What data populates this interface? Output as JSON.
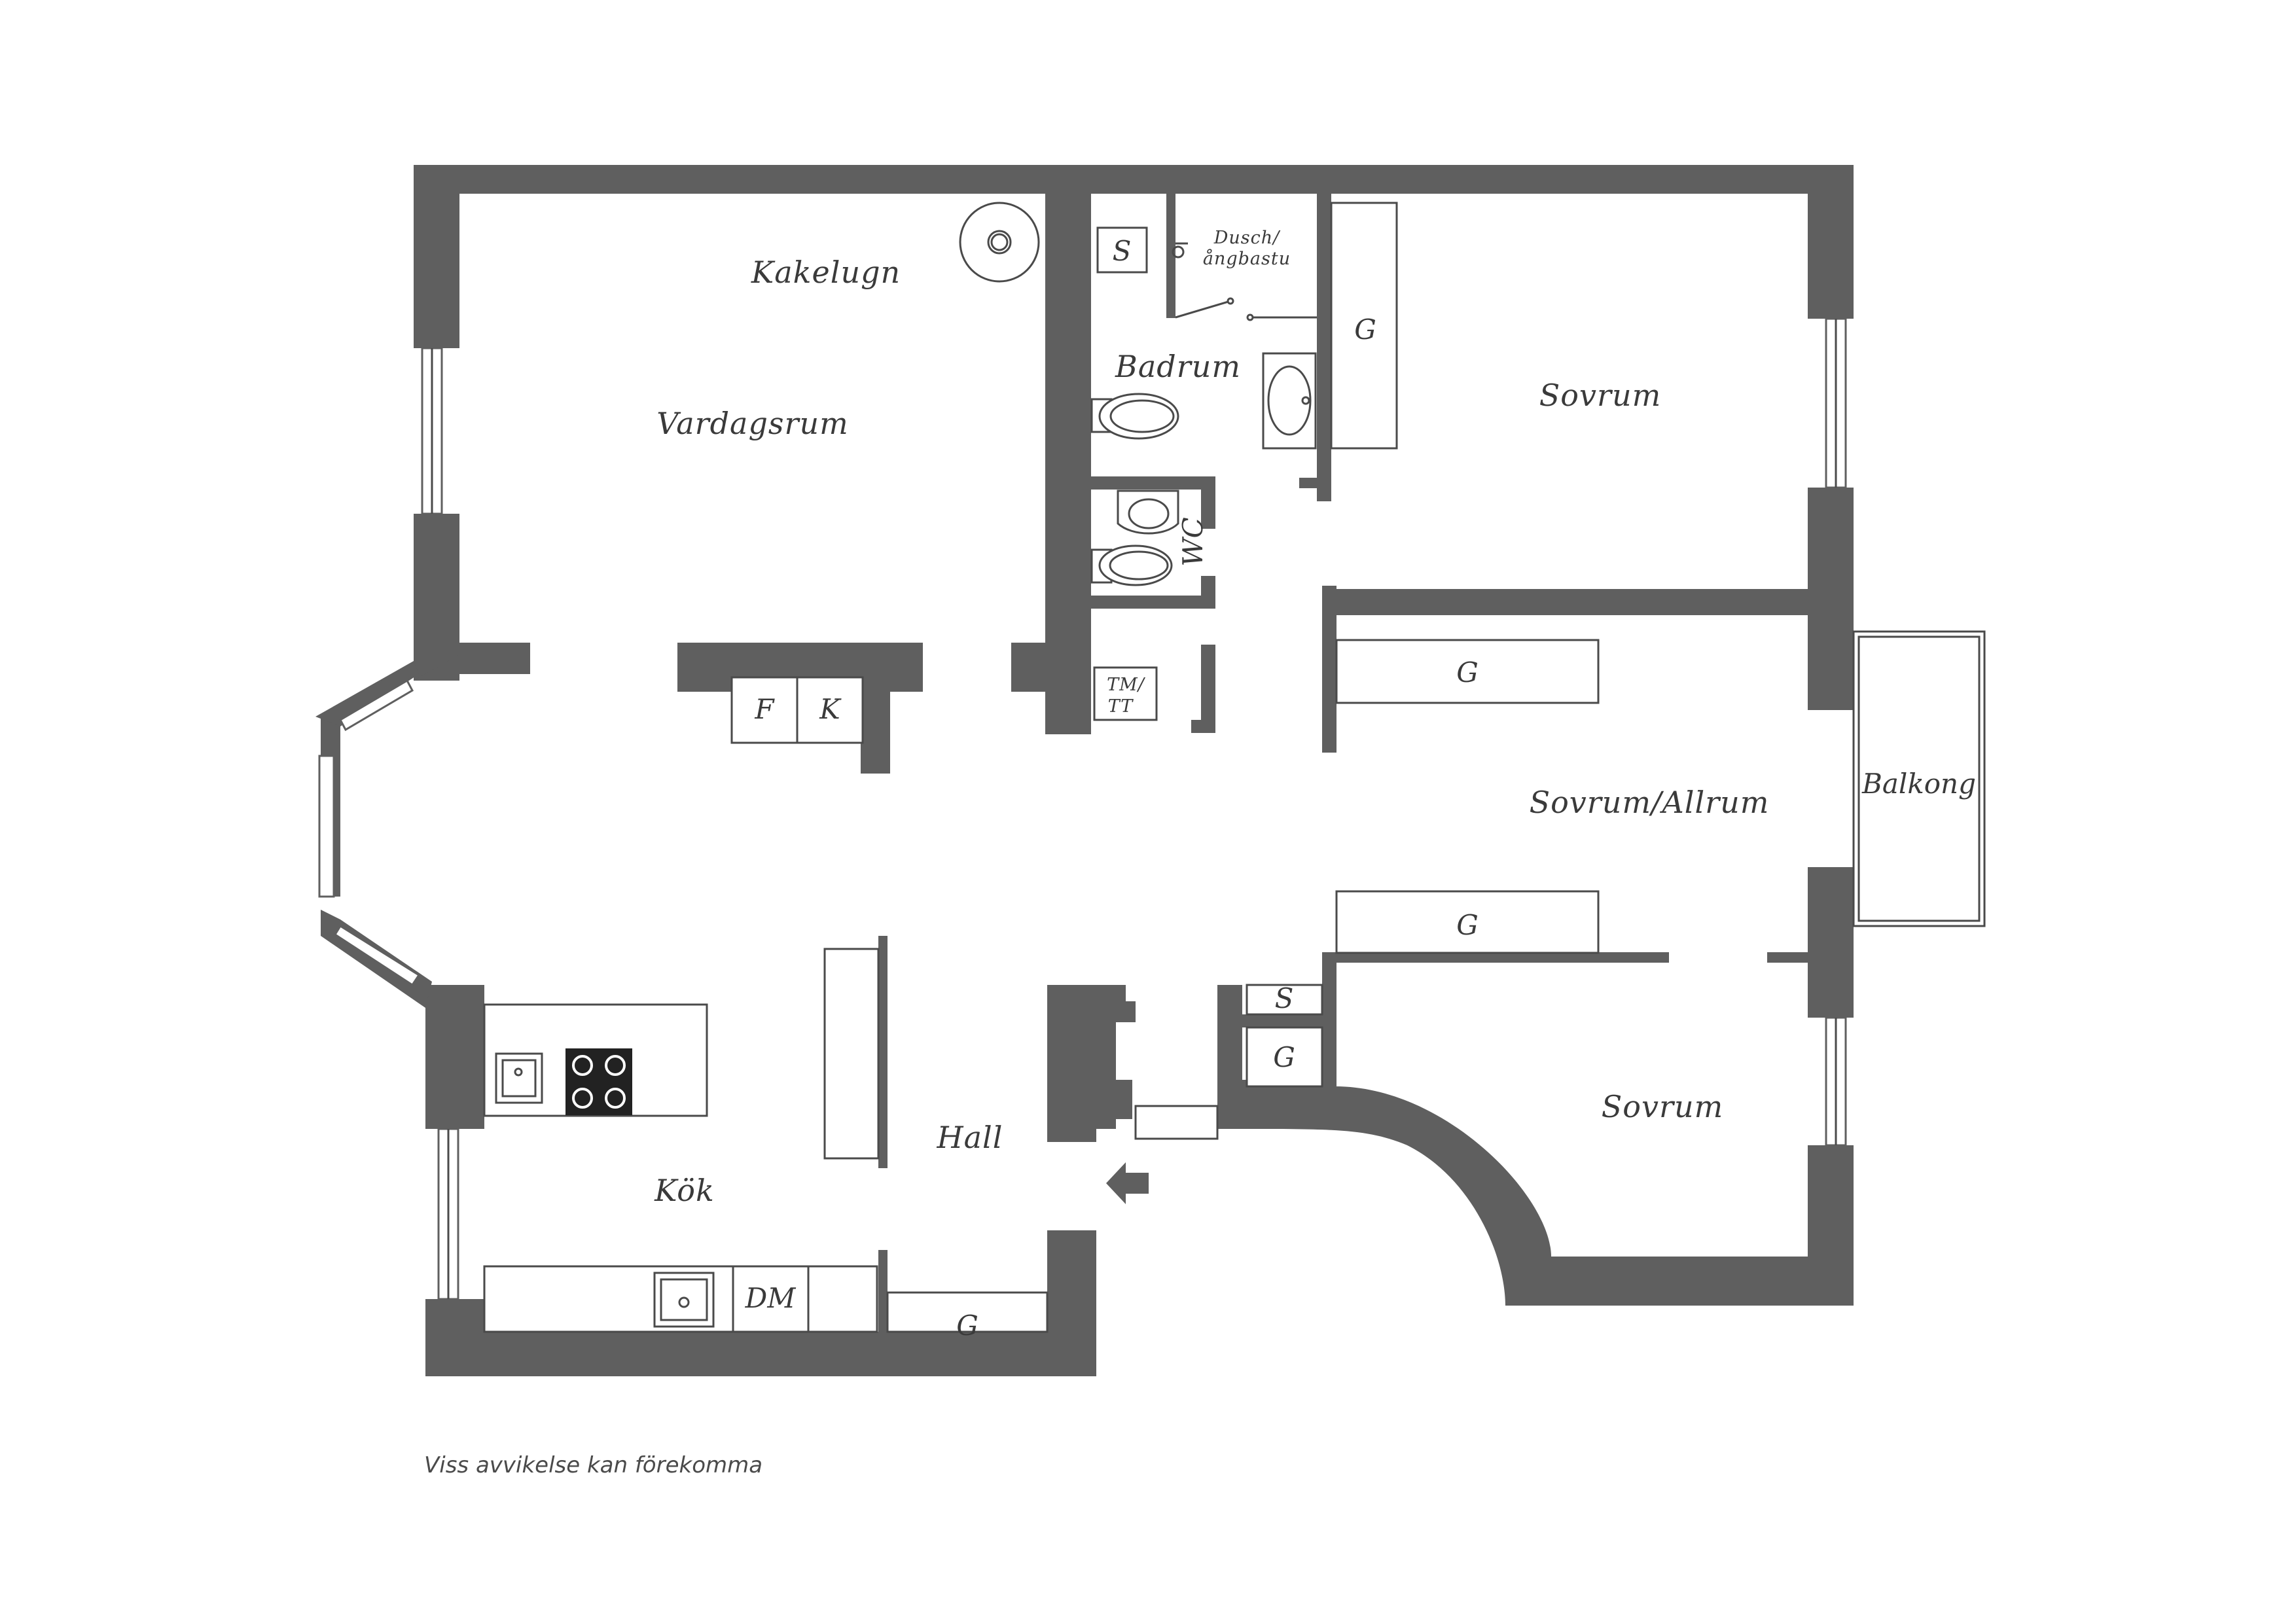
{
  "rooms": {
    "vardagsrum": "Vardagsrum",
    "kakelugn": "Kakelugn",
    "badrum": "Badrum",
    "dusch_line1": "Dusch/",
    "dusch_line2": "ångbastu",
    "wc": "WC",
    "sovrum_top": "Sovrum",
    "sovrum_allrum": "Sovrum/Allrum",
    "balkong": "Balkong",
    "sovrum_bottom": "Sovrum",
    "hall": "Hall",
    "kok": "Kök"
  },
  "fixtures": {
    "s_bath": "S",
    "g_bath": "G",
    "f": "F",
    "k": "K",
    "tm_line1": "TM/",
    "tm_line2": "TT",
    "g_allrum_top": "G",
    "g_allrum_bottom": "G",
    "s_hall": "S",
    "g_hall": "G",
    "dm": "DM",
    "g_entry": "G"
  },
  "note": "Viss avvikelse kan förekomma",
  "colors": {
    "wall": "#5f5f5f",
    "line": "#4a4a4a",
    "background": "#ffffff"
  }
}
